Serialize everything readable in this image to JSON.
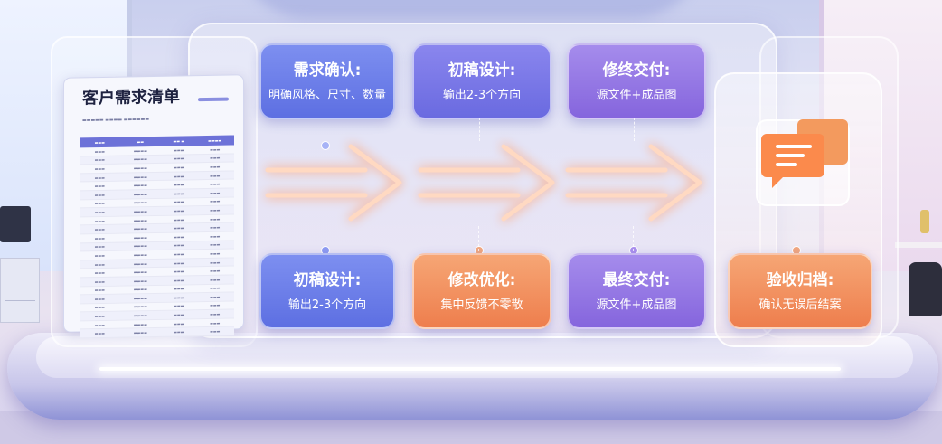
{
  "clipboard": {
    "title": "客户需求清单"
  },
  "steps_top": [
    {
      "title": "需求确认:",
      "subtitle": "明确风格、尺寸、数量"
    },
    {
      "title": "初稿设计:",
      "subtitle": "输出2-3个方向"
    },
    {
      "title": "修终交付:",
      "subtitle": "源文件+成品图"
    }
  ],
  "steps_bottom": [
    {
      "title": "初稿设计:",
      "subtitle": "输出2-3个方向"
    },
    {
      "title": "修改优化:",
      "subtitle": "集中反馈不零散"
    },
    {
      "title": "最终交付:",
      "subtitle": "源文件+成品图"
    },
    {
      "title": "验收归档:",
      "subtitle": "确认无误后结案"
    }
  ],
  "icons": {
    "arrow": "arrow-right-icon",
    "chat": "chat-bubble-icon"
  },
  "colors": {
    "blue": "#6478e8",
    "violet": "#8f6fe2",
    "orange": "#f08a55",
    "arrow_glow": "#ffb48a"
  }
}
